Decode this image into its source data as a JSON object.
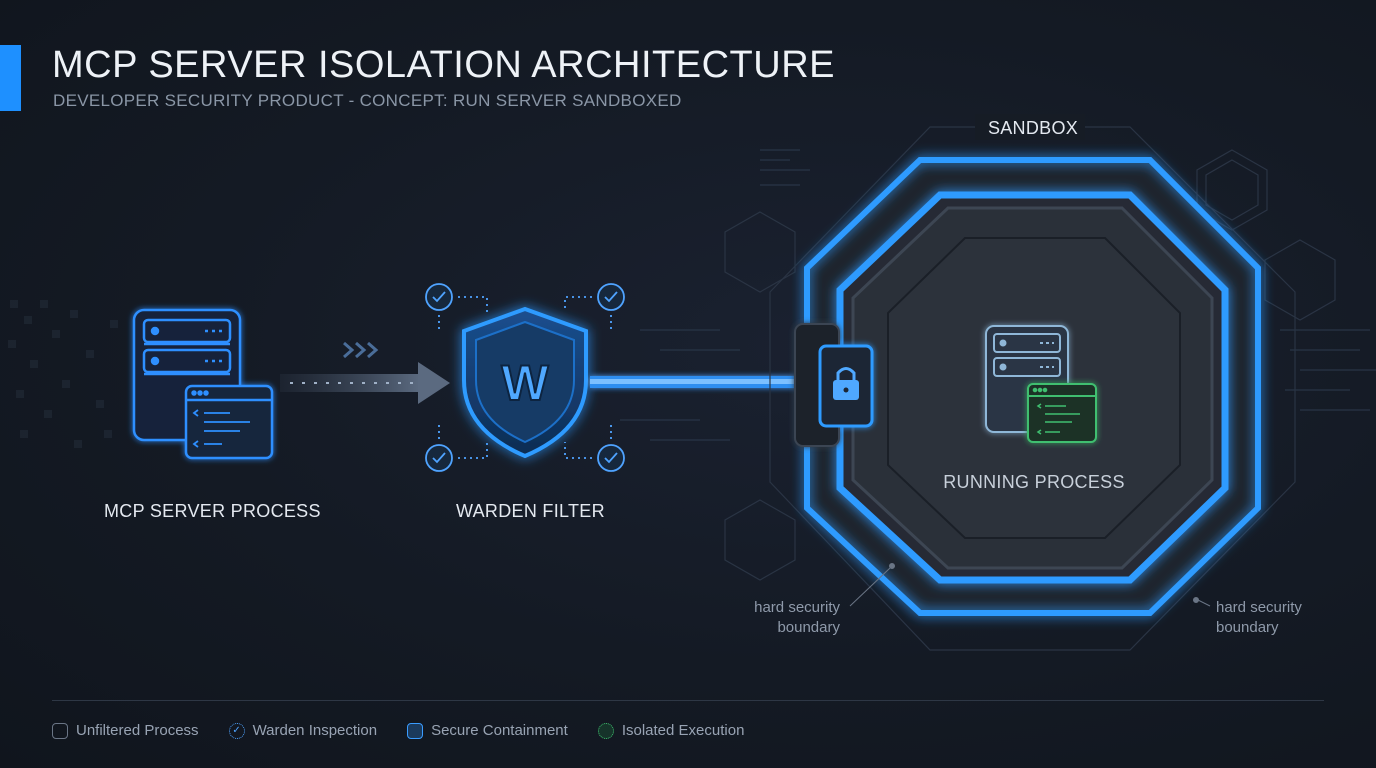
{
  "header": {
    "title": "MCP SERVER ISOLATION ARCHITECTURE",
    "subtitle": "DEVELOPER SECURITY PRODUCT - CONCEPT: RUN SERVER SANDBOXED"
  },
  "nodes": {
    "server": {
      "label": "MCP SERVER PROCESS",
      "icon": "server-terminal-icon"
    },
    "warden": {
      "label": "WARDEN FILTER",
      "icon": "shield-w-icon",
      "glyph": "W"
    },
    "sandbox": {
      "label": "SANDBOX",
      "icon": "octagon-sandbox"
    },
    "running": {
      "label": "RUNNING PROCESS",
      "icon": "server-terminal-icon"
    }
  },
  "annotations": {
    "boundary_left": [
      "hard security",
      "boundary"
    ],
    "boundary_right": [
      "hard security",
      "boundary"
    ]
  },
  "legend": [
    {
      "label": "Unfiltered Process",
      "style": "plain"
    },
    {
      "label": "Warden Inspection",
      "style": "dotted-blue"
    },
    {
      "label": "Secure Containment",
      "style": "solid-blue"
    },
    {
      "label": "Isolated Execution",
      "style": "dotted-green"
    }
  ],
  "colors": {
    "accent": "#1e90ff",
    "glow_blue": "#2f9bff",
    "process_green": "#3fbf6f",
    "background": "#141a24"
  }
}
